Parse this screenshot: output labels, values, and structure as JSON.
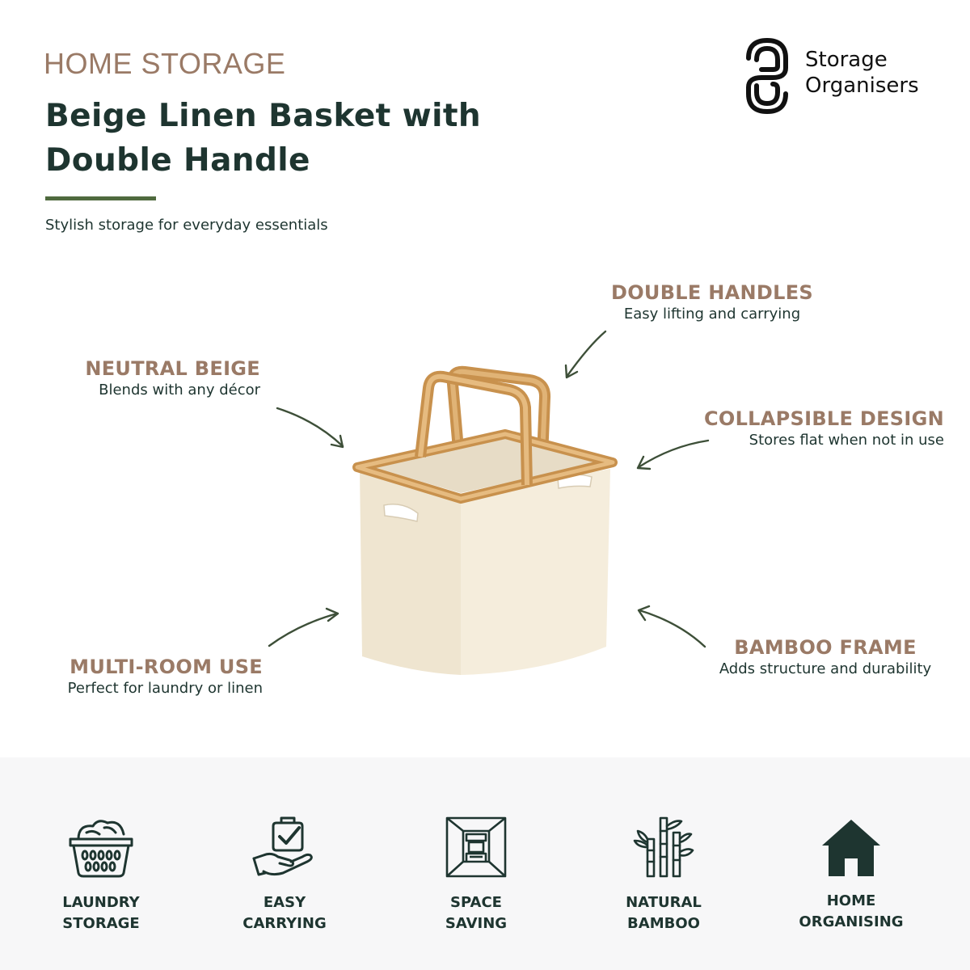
{
  "header": {
    "category": "HOME STORAGE",
    "title": "Beige Linen Basket with Double Handle",
    "subtitle": "Stylish storage for everyday essentials"
  },
  "brand": {
    "name_line1": "Storage",
    "name_line2": "Organisers",
    "logo_icon": "brand-logo-icon"
  },
  "features": [
    {
      "title": "DOUBLE HANDLES",
      "desc": "Easy lifting and carrying"
    },
    {
      "title": "NEUTRAL BEIGE",
      "desc": "Blends with any décor"
    },
    {
      "title": "COLLAPSIBLE DESIGN",
      "desc": "Stores flat when not in use"
    },
    {
      "title": "MULTI-ROOM USE",
      "desc": "Perfect for laundry or linen"
    },
    {
      "title": "BAMBOO FRAME",
      "desc": "Adds structure and durability"
    }
  ],
  "benefits": [
    {
      "label": "LAUNDRY\nSTORAGE",
      "icon": "laundry-basket-icon"
    },
    {
      "label": "EASY\nCARRYING",
      "icon": "hand-carrying-icon"
    },
    {
      "label": "SPACE\nSAVING",
      "icon": "room-space-icon"
    },
    {
      "label": "NATURAL\nBAMBOO",
      "icon": "bamboo-icon"
    },
    {
      "label": "HOME\nORGANISING",
      "icon": "house-icon"
    }
  ],
  "colors": {
    "heading": "#1e3530",
    "accent_brown": "#9a7a66",
    "rule_green": "#4f6a3e",
    "bamboo": "#d9a866",
    "linen": "#f3ead8",
    "band": "#f7f7f8"
  }
}
